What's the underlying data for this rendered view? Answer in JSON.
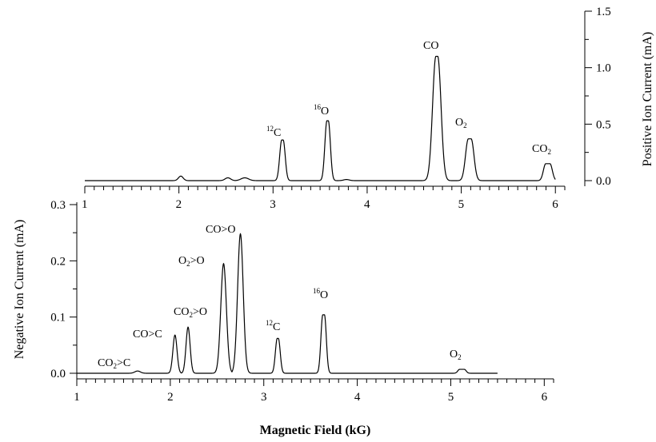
{
  "chart_data": [
    {
      "type": "line",
      "panel": "top",
      "xlabel": "",
      "ylabel": "Positive Ion Current (mA)",
      "xlim": [
        1,
        6.1
      ],
      "ylim": [
        0,
        1.5
      ],
      "xticks": [
        "1",
        "2",
        "3",
        "4",
        "5",
        "6"
      ],
      "yticks": [
        "0.0",
        "0.5",
        "1.0",
        "1.5"
      ],
      "baseline": 0,
      "peaks": [
        {
          "label": "",
          "x": 2.02,
          "y": 0.04,
          "width": 0.025
        },
        {
          "label": "",
          "x": 2.52,
          "y": 0.025,
          "width": 0.03
        },
        {
          "label": "",
          "x": 2.7,
          "y": 0.025,
          "width": 0.04
        },
        {
          "label": "12C",
          "label_sup": "12",
          "label_main": "C",
          "x": 3.1,
          "y": 0.36,
          "width": 0.022,
          "flat": 0.015
        },
        {
          "label": "16O",
          "label_sup": "16",
          "label_main": "O",
          "x": 3.58,
          "y": 0.53,
          "width": 0.022,
          "flat": 0.015
        },
        {
          "label": "",
          "x": 3.78,
          "y": 0.01,
          "width": 0.03
        },
        {
          "label": "CO",
          "label_sup": "",
          "label_main": "CO",
          "x": 4.74,
          "y": 1.1,
          "width": 0.035,
          "flat": 0.02
        },
        {
          "label": "O2",
          "label_sup": "",
          "label_main": "O2",
          "x": 5.09,
          "y": 0.37,
          "width": 0.03,
          "flat": 0.03
        },
        {
          "label": "CO2",
          "label_sup": "",
          "label_main": "CO2",
          "x": 5.92,
          "y": 0.15,
          "width": 0.025,
          "flat": 0.045
        }
      ]
    },
    {
      "type": "line",
      "panel": "bottom",
      "xlabel": "Magnetic Field (kG)",
      "ylabel": "Negative Ion Current (mA)",
      "xlim": [
        1,
        6.1
      ],
      "ylim": [
        0,
        0.3
      ],
      "xticks": [
        "1",
        "2",
        "3",
        "4",
        "5",
        "6"
      ],
      "yticks": [
        "0.0",
        "0.1",
        "0.2",
        "0.3"
      ],
      "baseline": 0,
      "peaks": [
        {
          "label": "CO2>C",
          "x": 1.65,
          "y": 0.004,
          "width": 0.03
        },
        {
          "label": "CO>C",
          "x": 2.05,
          "y": 0.068,
          "width": 0.022
        },
        {
          "label": "CO2>O",
          "x": 2.19,
          "y": 0.082,
          "width": 0.022
        },
        {
          "label": "O2>O",
          "x": 2.57,
          "y": 0.195,
          "width": 0.03
        },
        {
          "label": "CO>O",
          "x": 2.75,
          "y": 0.248,
          "width": 0.03
        },
        {
          "label": "12C",
          "x": 3.15,
          "y": 0.062,
          "width": 0.02,
          "flat": 0.012
        },
        {
          "label": "16O",
          "x": 3.64,
          "y": 0.104,
          "width": 0.02,
          "flat": 0.018
        },
        {
          "label": "O2",
          "x": 5.12,
          "y": 0.007,
          "width": 0.02,
          "flat": 0.05
        }
      ]
    }
  ],
  "labels": {
    "top": {
      "c12_sup": "12",
      "c12_main": "C",
      "o16_sup": "16",
      "o16_main": "O",
      "co": "CO",
      "o2_main": "O",
      "o2_sub": "2",
      "co2_main": "CO",
      "co2_sub": "2",
      "ylabel": "Positive Ion Current (mA)"
    },
    "bottom": {
      "co2c_a": "CO",
      "co2c_sub": "2",
      "co2c_b": ">C",
      "coc": "CO>C",
      "co2o_a": "CO",
      "co2o_sub": "2",
      "co2o_b": ">O",
      "o2o_a": "O",
      "o2o_sub": "2",
      "o2o_b": ">O",
      "coo": "CO>O",
      "c12_sup": "12",
      "c12_main": "C",
      "o16_sup": "16",
      "o16_main": "O",
      "o2_main": "O",
      "o2_sub": "2",
      "ylabel": "Negative Ion Current (mA)",
      "xlabel": "Magnetic Field (kG)"
    }
  }
}
